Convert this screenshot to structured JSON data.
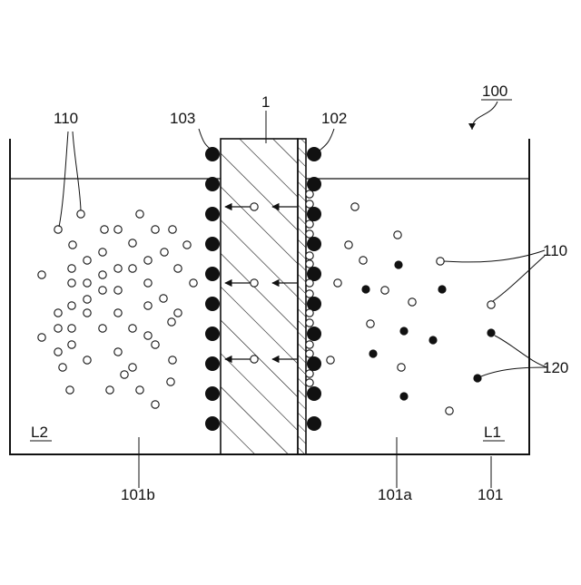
{
  "labels": {
    "assembly": "100",
    "membrane": "1",
    "container": "101",
    "left_coating": "103",
    "right_coating": "102",
    "particle_open_left": "110",
    "particle_open_right": "110",
    "particle_filled": "120",
    "liquid_left": "L2",
    "liquid_right": "L1",
    "chamber_left": "101b",
    "chamber_right": "101a"
  },
  "legend_semantics": {
    "open_circle": "110",
    "filled_circle": "120"
  }
}
